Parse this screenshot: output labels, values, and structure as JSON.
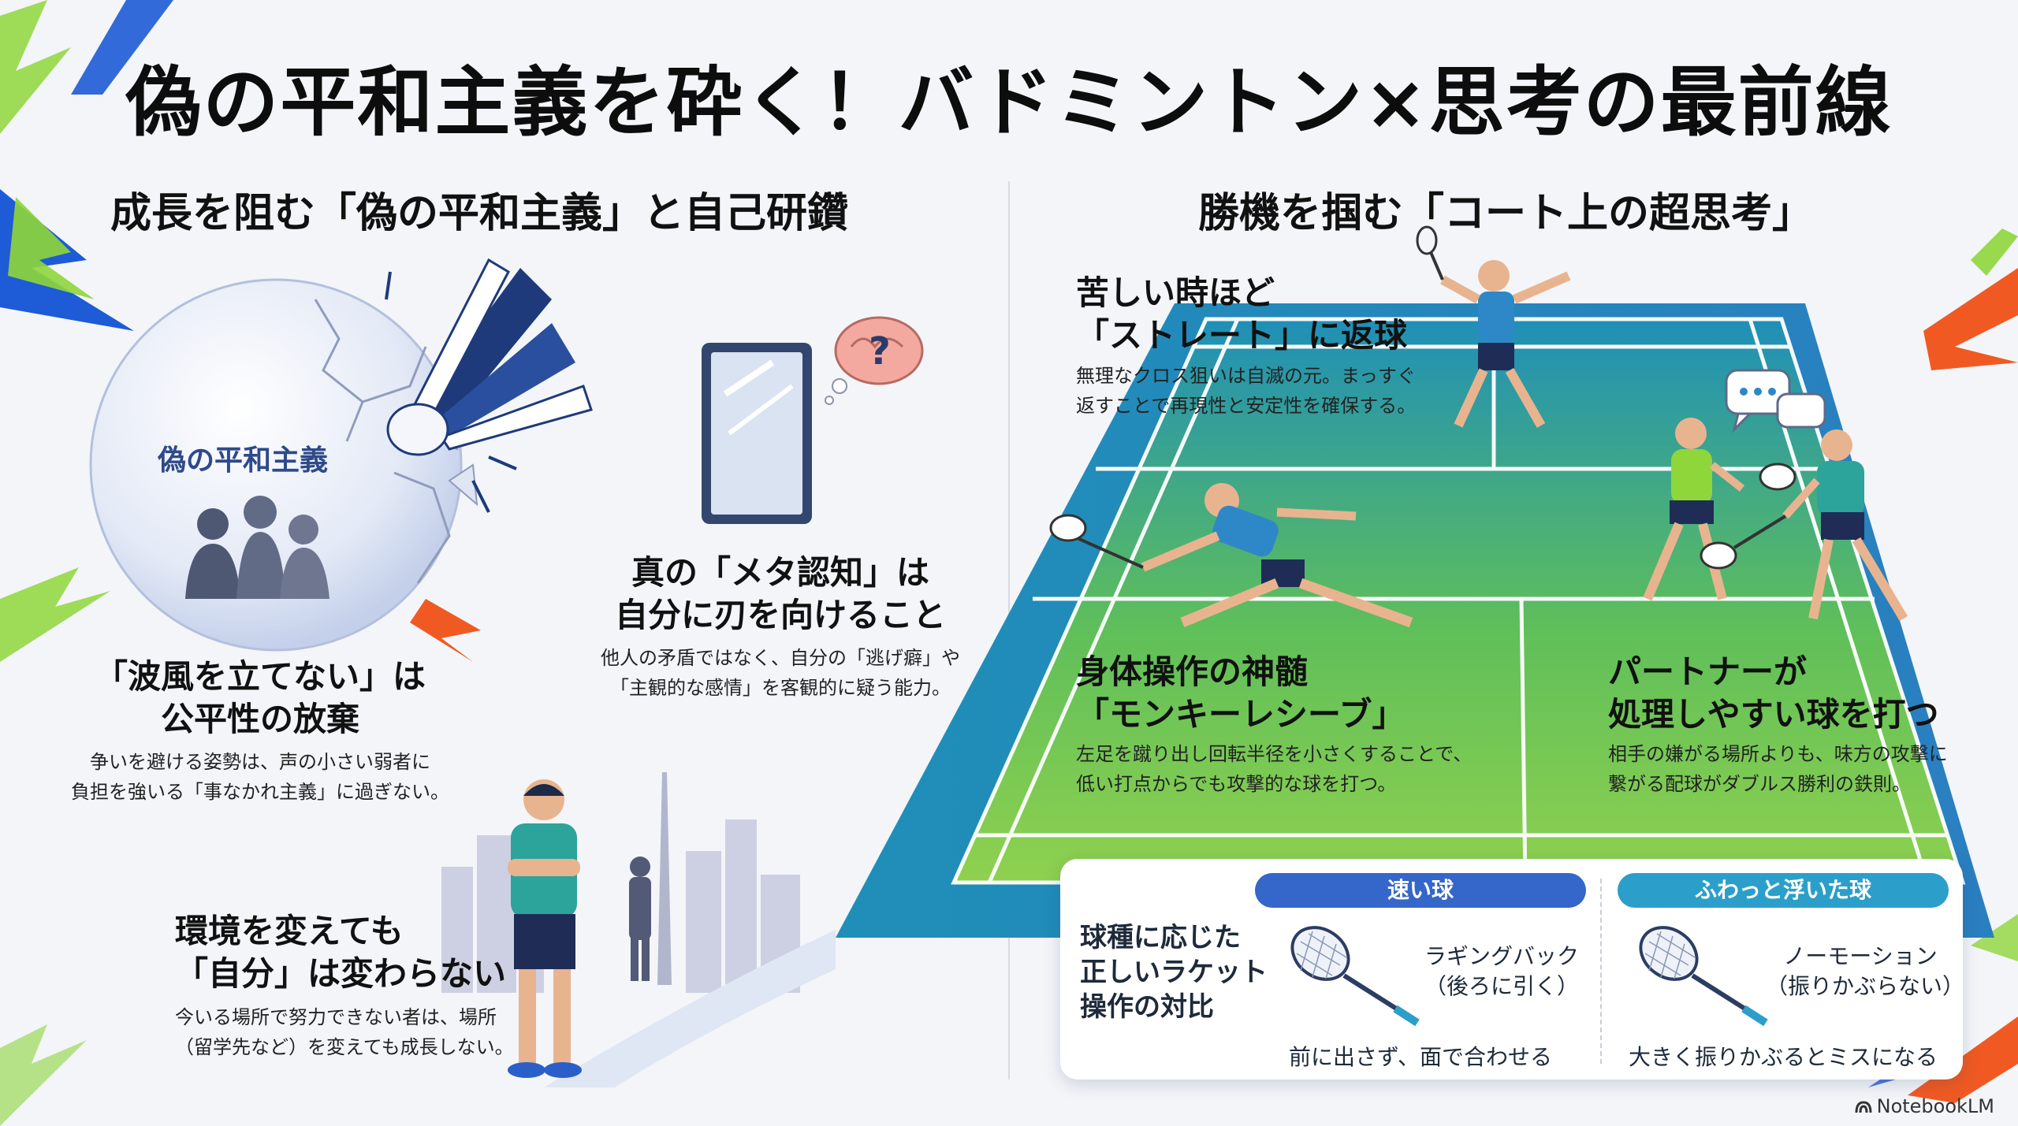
{
  "title": "偽の平和主義を砕く！バドミントン×思考の最前線",
  "left_section": {
    "heading": "成長を阻む「偽の平和主義」と自己研鑽",
    "bubble_label": "偽の平和主義",
    "blocks": [
      {
        "title_lines": [
          "「波風を立てない」は",
          "公平性の放棄"
        ],
        "body_lines": [
          "争いを避ける姿勢は、声の小さい弱者に",
          "負担を強いる「事なかれ主義」に過ぎない。"
        ]
      },
      {
        "title_lines": [
          "真の「メタ認知」は",
          "自分に刃を向けること"
        ],
        "body_lines": [
          "他人の矛盾ではなく、自分の「逃げ癖」や",
          "「主観的な感情」を客観的に疑う能力。"
        ]
      },
      {
        "title_lines": [
          "環境を変えても",
          "「自分」は変わらない"
        ],
        "body_lines": [
          "今いる場所で努力できない者は、場所",
          "（留学先など）を変えても成長しない。"
        ]
      }
    ]
  },
  "right_section": {
    "heading": "勝機を掴む「コート上の超思考」",
    "blocks": [
      {
        "title_lines": [
          "苦しい時ほど",
          "「ストレート」に返球"
        ],
        "body_lines": [
          "無理なクロス狙いは自滅の元。まっすぐ",
          "返すことで再現性と安定性を確保する。"
        ]
      },
      {
        "title_lines": [
          "身体操作の神髄",
          "「モンキーレシーブ」"
        ],
        "body_lines": [
          "左足を蹴り出し回転半径を小さくすることで、",
          "低い打点からでも攻撃的な球を打つ。"
        ]
      },
      {
        "title_lines": [
          "パートナーが",
          "処理しやすい球を打つ"
        ],
        "body_lines": [
          "相手の嫌がる場所よりも、味方の攻撃に",
          "繋がる配球がダブルス勝利の鉄則。"
        ]
      }
    ]
  },
  "comparison": {
    "label_lines": [
      "球種に応じた",
      "正しいラケット",
      "操作の対比"
    ],
    "columns": [
      {
        "header": "速い球",
        "technique_lines": [
          "ラギングバック",
          "（後ろに引く）"
        ],
        "caption": "前に出さず、面で合わせる"
      },
      {
        "header": "ふわっと浮いた球",
        "technique_lines": [
          "ノーモーション",
          "（振りかぶらない）"
        ],
        "caption": "大きく振りかぶるとミスになる"
      }
    ]
  },
  "watermark": "NotebookLM",
  "colors": {
    "court_dark": "#1f8fb8",
    "court_light": "#8fd14f",
    "pill_left": "#3566c9",
    "pill_right": "#2b9fc9",
    "accent_orange": "#f05a22",
    "accent_green": "#8ed63a",
    "accent_blue": "#1e5bd6"
  },
  "icons": [
    "shuttlecock-icon",
    "brain-icon",
    "speech-bubble-icon",
    "racket-icon",
    "notebooklm-logo-icon"
  ]
}
